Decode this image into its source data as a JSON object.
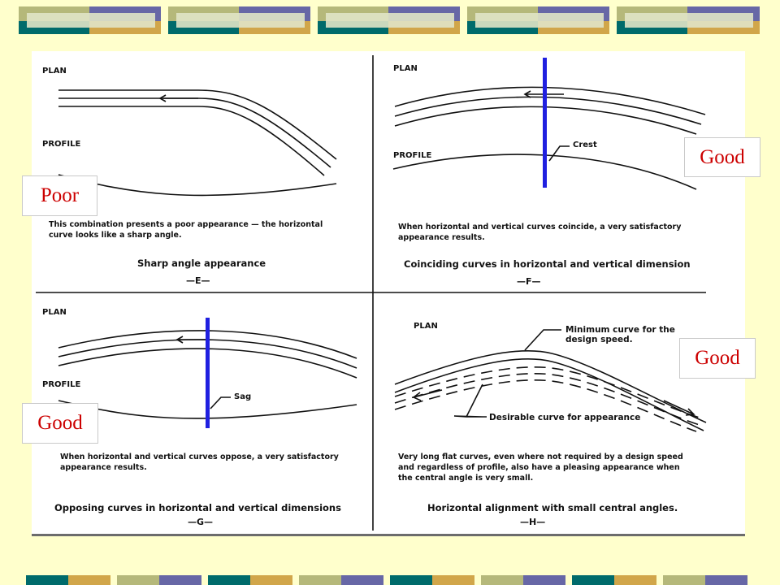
{
  "theme": {
    "page_bg": "#ffffcc",
    "teal": "#006b6b",
    "sage": "#b5b87a",
    "gold": "#d1a64a",
    "slate": "#6767a6",
    "pale": "#e0e4c6",
    "cyan_pale": "#cde6e1",
    "marker_blue": "#2020e0",
    "rating_red": "#cc0000"
  },
  "panels": {
    "e": {
      "plan_label": "PLAN",
      "profile_label": "PROFILE",
      "description": "This combination presents a poor appearance — the horizontal\ncurve looks like a sharp angle.",
      "caption": "Sharp angle appearance",
      "letter": "—E—"
    },
    "f": {
      "plan_label": "PLAN",
      "profile_label": "PROFILE",
      "annotation": "Crest",
      "description": "When horizontal and vertical curves coincide, a very satisfactory\nappearance results.",
      "caption": "Coinciding curves in horizontal and vertical dimension",
      "letter": "—F—"
    },
    "g": {
      "plan_label": "PLAN",
      "profile_label": "PROFILE",
      "annotation": "Sag",
      "description": "When horizontal and vertical curves oppose, a very satisfactory\nappearance results.",
      "caption": "Opposing curves in horizontal and vertical dimensions",
      "letter": "—G—"
    },
    "h": {
      "plan_label": "PLAN",
      "annotation_min": "Minimum curve for the\ndesign speed.",
      "annotation_desirable": "Desirable curve for appearance",
      "description": "Very long flat curves, even where not required by a design speed\nand regardless of profile, also have a pleasing appearance when\nthe central angle is very small.",
      "caption": "Horizontal alignment with small central angles.",
      "letter": "—H—"
    }
  },
  "ratings": {
    "poor": "Poor",
    "good_f": "Good",
    "good_g": "Good",
    "good_h": "Good"
  }
}
